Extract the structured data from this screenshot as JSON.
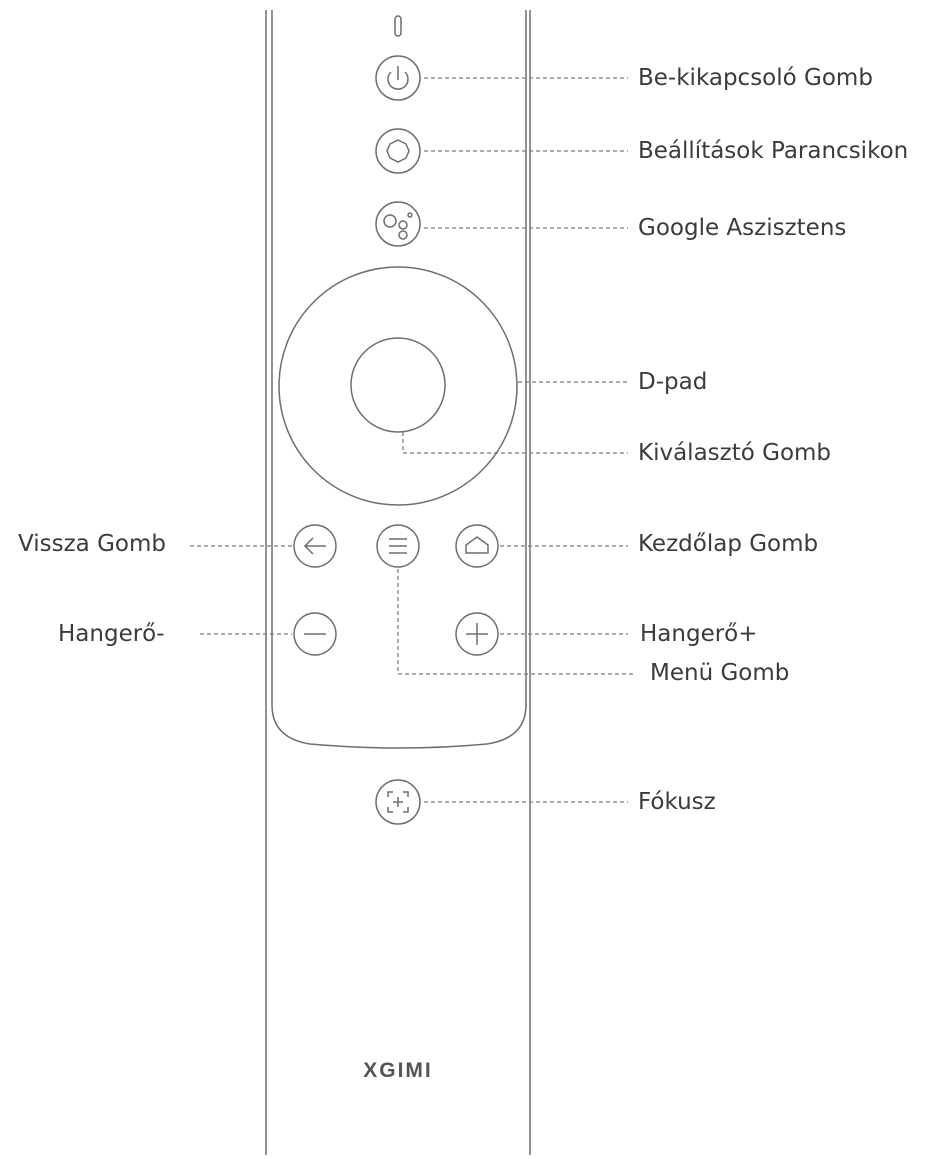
{
  "brand": "XGIMI",
  "labels": {
    "power": "Be-kikapcsoló Gomb",
    "settings": "Beállítások Parancsikon",
    "assistant": "Google Aszisztens",
    "dpad": "D-pad",
    "select": "Kiválasztó Gomb",
    "back": "Vissza Gomb",
    "home": "Kezdőlap Gomb",
    "vol_down": "Hangerő-",
    "vol_up": "Hangerő+",
    "menu": "Menü Gomb",
    "focus": "Fókusz"
  },
  "icons": {
    "power": "power-icon",
    "settings": "gear-icon",
    "assistant": "google-assistant-icon",
    "back": "arrow-left-icon",
    "menu": "menu-icon",
    "home": "home-icon",
    "vol_down": "minus-icon",
    "vol_up": "plus-icon",
    "focus": "focus-icon"
  },
  "colors": {
    "line": "#6e6e6e",
    "text": "#3b3b3b"
  }
}
